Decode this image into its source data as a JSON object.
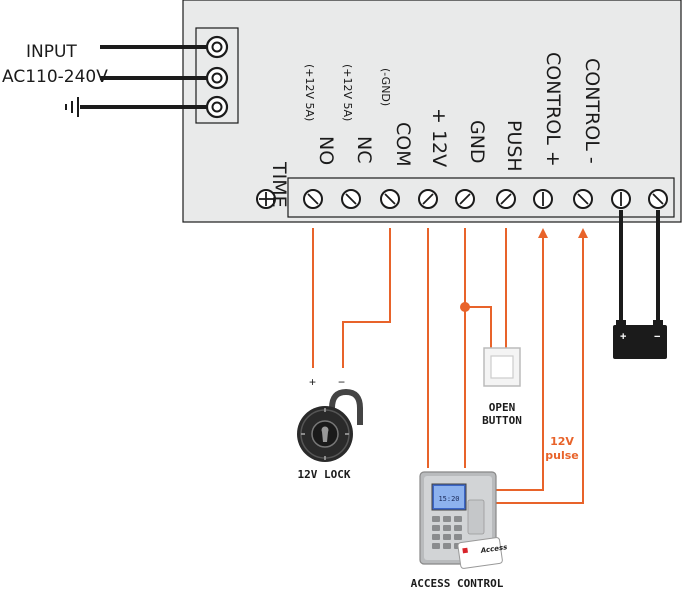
{
  "colors": {
    "box_fill": "#e9eaea",
    "outline": "#1b1b1b",
    "wire_orange": "#e8632a",
    "wire_black": "#1b1b1b"
  },
  "input": {
    "line1": "INPUT",
    "line2": "AC110-240V",
    "ground_symbol": "ground-icon"
  },
  "terminals": {
    "time": "TIME",
    "no": "NO",
    "no_rating": "(+12V 5A)",
    "nc": "NC",
    "nc_rating": "(+12V 5A)",
    "com": "COM",
    "com_note": "(-GND)",
    "plus12v": "+ 12V",
    "gnd": "GND",
    "push": "PUSH",
    "control_plus": "CONTROL +",
    "control_minus": "CONTROL -"
  },
  "devices": {
    "lock_label": "12V LOCK",
    "lock_plus": "+",
    "lock_minus": "−",
    "open_button_line1": "OPEN",
    "open_button_line2": "BUTTON",
    "pulse_line1": "12V",
    "pulse_line2": "pulse",
    "access_label": "ACCESS CONTROL",
    "battery_plus": "+",
    "battery_minus": "−",
    "keypad_brand": "Access",
    "keypad_time": "15:20"
  }
}
